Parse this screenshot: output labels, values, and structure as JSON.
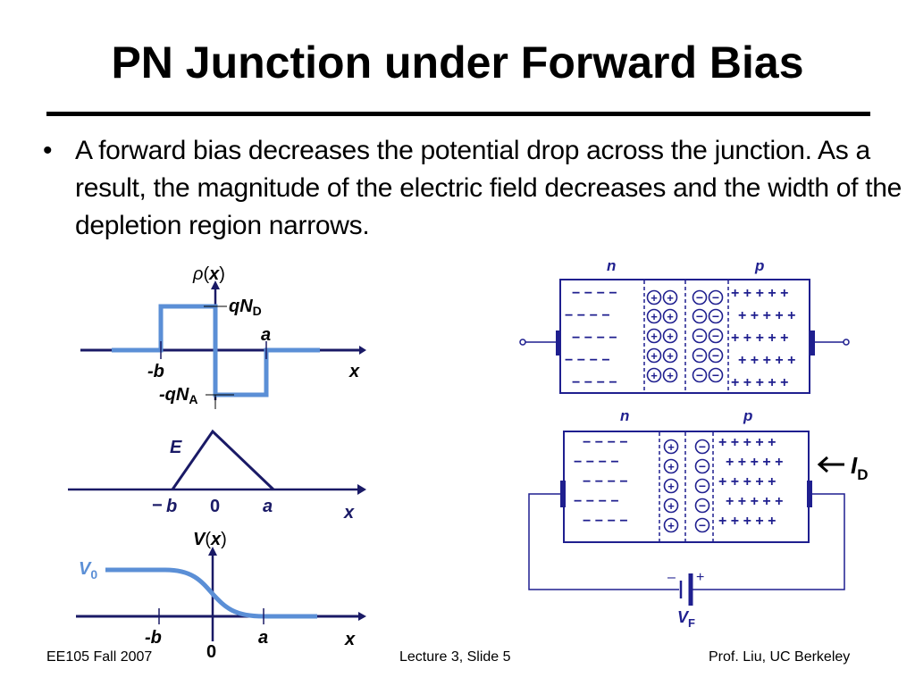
{
  "slide": {
    "title": "PN Junction under Forward Bias",
    "bullet": "A forward bias decreases the potential drop across the junction.  As a result, the magnitude of the electric field decreases and the width of the depletion region narrows."
  },
  "charge_plot": {
    "rho": "ρ",
    "paren_open": "(",
    "x_var": "x",
    "paren_close": ")",
    "qND_q": "qN",
    "qND_sub": "D",
    "a_label": "a",
    "neg_b_label": "-b",
    "x_axis_label": "x",
    "qNA_q": "-qN",
    "qNA_sub": "A"
  },
  "field_plot": {
    "E_label": "E",
    "minus": "−",
    "b_label": "b",
    "zero": "0",
    "a_label": "a",
    "x_axis_label": "x"
  },
  "potential_plot": {
    "V_var": "V",
    "paren_open": "(",
    "x_var": "x",
    "paren_close": ")",
    "V0_main": "V",
    "V0_sub": "0",
    "neg_b_label": "-b",
    "zero": "0",
    "a_label": "a",
    "x_axis_label": "x"
  },
  "diagram_top": {
    "n_label": "n",
    "p_label": "p",
    "n_row": "− − − −",
    "plus_ion": "+",
    "minus_ion": "−",
    "p_row": "+ + + + +"
  },
  "diagram_bottom": {
    "n_label": "n",
    "p_label": "p",
    "n_row": "− − − −",
    "plus_ion": "+",
    "minus_ion": "−",
    "p_row": "+ + + + +",
    "current_main": "I",
    "current_sub": "D",
    "battery_minus": "–",
    "battery_plus": "+",
    "VF_main": "V",
    "VF_sub": "F"
  },
  "footer": {
    "left": "EE105 Fall 2007",
    "center": "Lecture 3, Slide 5",
    "right": "Prof. Liu, UC Berkeley"
  },
  "colors": {
    "plot_blue": "#5b8fd6",
    "axis_navy": "#1a1a66",
    "diagram_navy": "#1f1f8f"
  }
}
